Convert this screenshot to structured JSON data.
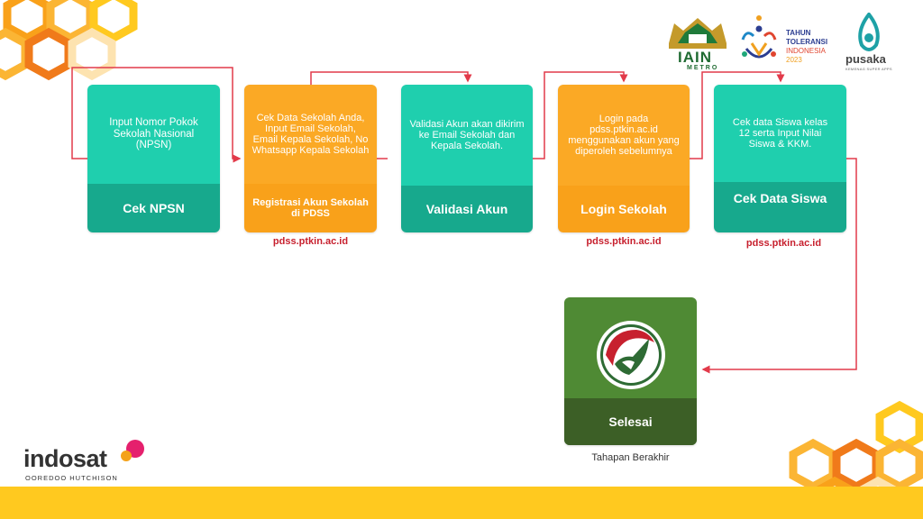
{
  "logos": {
    "iain": {
      "main": "IAIN",
      "sub": "METRO"
    },
    "toleransi": {
      "line1": "TAHUN",
      "line2": "TOLERANSI",
      "line3": "INDONESIA",
      "line4": "2023"
    },
    "pusaka": {
      "name": "pusaka",
      "tag": "KEMENAG SUPER APPS"
    },
    "indosat": {
      "name": "indosat",
      "sub": "OOREDOO HUTCHISON"
    }
  },
  "steps": [
    {
      "desc": "Input Nomor Pokok Sekolah Nasional (NPSN)",
      "title": "Cek NPSN",
      "link": ""
    },
    {
      "desc": "Cek Data Sekolah Anda, Input Email Sekolah, Email Kepala Sekolah, No Whatsapp Kepala Sekolah",
      "title": "Registrasi Akun Sekolah di PDSS",
      "link": "pdss.ptkin.ac.id"
    },
    {
      "desc": "Validasi Akun akan dikirim ke Email Sekolah dan Kepala Sekolah.",
      "title": "Validasi Akun",
      "link": ""
    },
    {
      "desc": "Login pada pdss.ptkin.ac.id menggunakan akun yang diperoleh sebelumnya",
      "title": "Login Sekolah",
      "link": "pdss.ptkin.ac.id"
    },
    {
      "desc": "Cek data Siswa kelas 12 serta Input Nilai Siswa & KKM.",
      "title": "Cek Data Siswa",
      "link": "pdss.ptkin.ac.id"
    }
  ],
  "final": {
    "title": "Selesai",
    "caption": "Tahapan Berakhir"
  },
  "colors": {
    "teal": "#1fcfae",
    "teal_dark": "#17a98d",
    "orange": "#fba925",
    "green": "#4f8a34",
    "green_dark": "#3c5f26",
    "arrow": "#e23a4a",
    "band": "#ffc91f"
  }
}
